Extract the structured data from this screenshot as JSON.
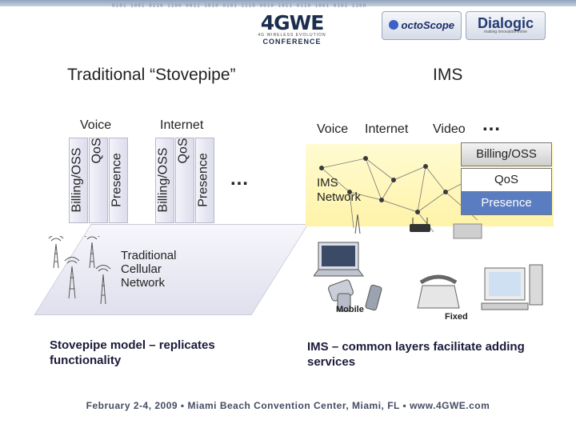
{
  "header": {
    "conference_logo": "4GWE",
    "conference_sub": "4G WIRELESS EVOLUTION",
    "conference_word": "CONFERENCE",
    "sponsor1": "octoScope",
    "sponsor2": "Dialogic",
    "sponsor2_tag": "making innovation thrive"
  },
  "left": {
    "title": "Traditional “Stovepipe”",
    "stack1_label": "Voice",
    "stack2_label": "Internet",
    "stack1_towers": [
      "Billing/OSS",
      "QoS",
      "Presence"
    ],
    "stack2_towers": [
      "Billing/OSS",
      "QoS",
      "Presence"
    ],
    "ellipsis": "…",
    "network_label": [
      "Traditional",
      "Cellular",
      "Network"
    ],
    "caption": "Stovepipe model – replicates functionality"
  },
  "right": {
    "title": "IMS",
    "services": [
      "Voice",
      "Internet",
      "Video"
    ],
    "ellipsis": "…",
    "network_label": [
      "IMS",
      "Network"
    ],
    "layers": [
      "Billing/OSS",
      "QoS",
      "Presence"
    ],
    "mobile_label": "Mobile",
    "fixed_label": "Fixed",
    "caption": "IMS – common layers facilitate adding services"
  },
  "footer": "February 2-4, 2009  ▪  Miami Beach Convention Center, Miami, FL  ▪  www.4GWE.com",
  "colors": {
    "accent": "#5a7cc0",
    "ims_bg": "#fff3a8",
    "navy": "#1c2d4d"
  }
}
